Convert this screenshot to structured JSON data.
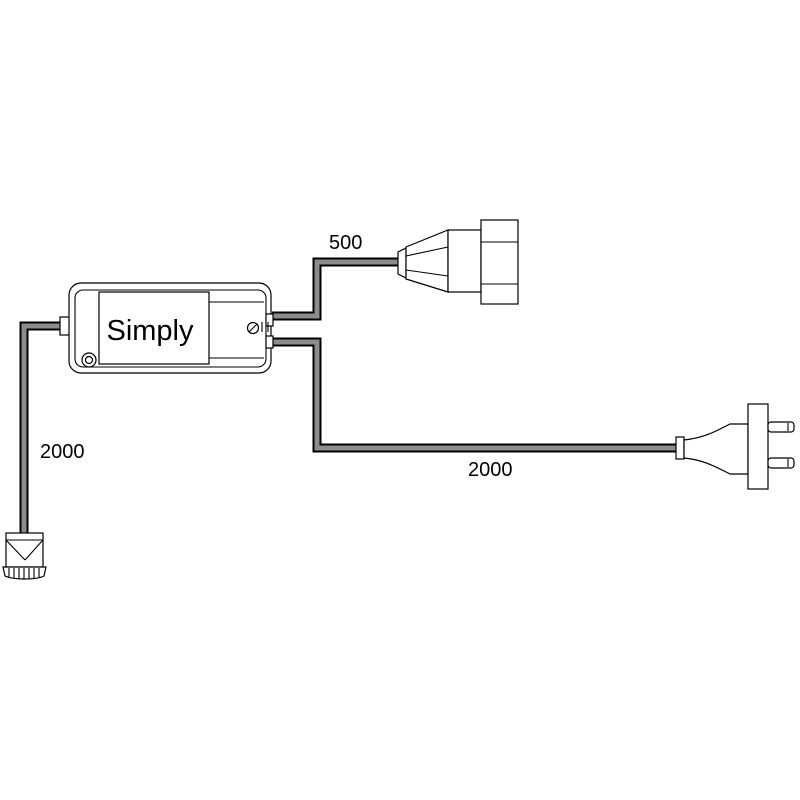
{
  "device": {
    "brand_label": "Simply"
  },
  "cables": {
    "socket_length": "500",
    "plug_length": "2000",
    "sensor_length": "2000"
  },
  "colors": {
    "cable": "#8c8c8c",
    "outline": "#000000",
    "background": "#ffffff"
  },
  "icons": {
    "socket": "female-socket-connector-icon",
    "plug": "euro-plug-icon",
    "sensor": "motion-sensor-icon",
    "screw": "screw-terminal-icon"
  }
}
